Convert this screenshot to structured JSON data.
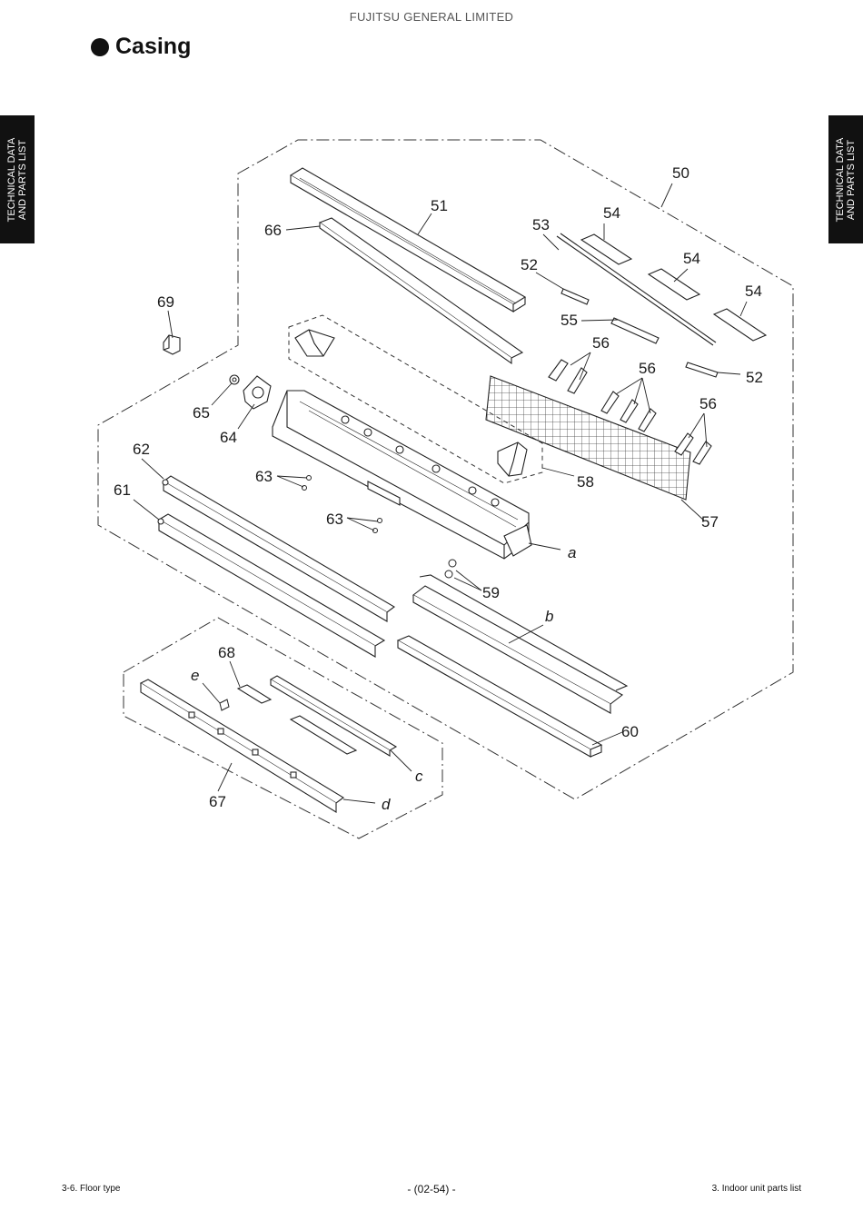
{
  "header": {
    "company": "FUJITSU GENERAL LIMITED"
  },
  "section": {
    "title": "Casing"
  },
  "side_tabs": {
    "line1": "TECHNICAL DATA",
    "line2": "AND PARTS LIST"
  },
  "callouts": {
    "n50": "50",
    "n51": "51",
    "n52a": "52",
    "n52b": "52",
    "n53": "53",
    "n54a": "54",
    "n54b": "54",
    "n54c": "54",
    "n55": "55",
    "n56a": "56",
    "n56b": "56",
    "n56c": "56",
    "n57": "57",
    "n58": "58",
    "n59": "59",
    "n60": "60",
    "n61": "61",
    "n62": "62",
    "n63a": "63",
    "n63b": "63",
    "n64": "64",
    "n65": "65",
    "n66": "66",
    "n67": "67",
    "n68": "68",
    "n69": "69",
    "la": "a",
    "lb": "b",
    "lc": "c",
    "ld": "d",
    "le": "e"
  },
  "footer": {
    "left": "3-6. Floor type",
    "center": "- (02-54) -",
    "right": "3. Indoor unit parts list"
  }
}
